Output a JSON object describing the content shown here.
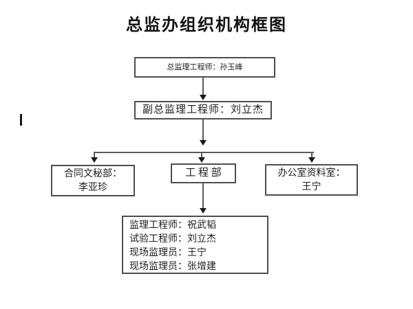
{
  "title": "总监办组织机构框图",
  "colors": {
    "box_border": "#4d4d4d",
    "line": "#595959",
    "arrow": "#1a1a1a",
    "background": "#ffffff",
    "text": "#1c1c1c"
  },
  "org": {
    "chief": {
      "text": "总监理工程师：孙玉峰"
    },
    "deputy": {
      "text": "副总监理工程师：刘立杰"
    },
    "departments": [
      {
        "line1": "合同文秘部：",
        "line2": "李亚珍"
      },
      {
        "line1": "工 程 部"
      },
      {
        "line1": "办公室资料室：",
        "line2": "王宁"
      }
    ],
    "engineering_staff": [
      "监理工程师：祝武韬",
      "试验工程师：刘立杰",
      "现场监理员：王宁",
      "现场监理员：张增建"
    ]
  }
}
